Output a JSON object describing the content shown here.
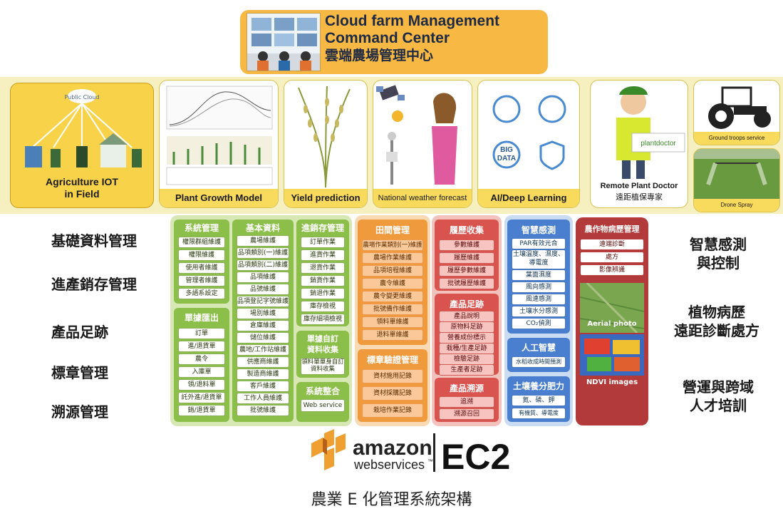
{
  "command_center": {
    "line1": "Cloud farm Management",
    "line2": "Command Center",
    "line3": "雲端農場管理中心"
  },
  "banner": {
    "iot": "Agriculture IOT\nin Field",
    "iot_cloud": "Public Cloud",
    "growth": "Plant Growth Model",
    "yield": "Yield prediction",
    "weather": "National weather forecast",
    "ai": "AI/Deep Learning",
    "ai_big": "BIG\nDATA",
    "doctor_logo": "plantdoctor",
    "doctor1": "Remote Plant Doctor",
    "doctor2": "遠距植保專家",
    "ground": "Ground troops service",
    "drone": "Drone Spray"
  },
  "left_labels": [
    "基礎資料管理",
    "進產銷存管理",
    "產品足跡",
    "標章管理",
    "溯源管理"
  ],
  "right_labels": [
    {
      "l1": "智慧感測",
      "l2": "與控制"
    },
    {
      "l1": "植物病歷",
      "l2": "遠距診斷處方"
    },
    {
      "l1": "營運與跨域",
      "l2": "人才培訓"
    }
  ],
  "green": {
    "sys": {
      "title": "系統管理",
      "items": [
        "權限群組維護",
        "權限維護",
        "使用者維護",
        "管理者維護",
        "多語系設定"
      ]
    },
    "bill": {
      "title": "單據匯出",
      "items": [
        "訂單",
        "進/退貨單",
        "農令",
        "入庫單",
        "領/退料單",
        "託外進/退貨單",
        "銷/退貨單"
      ]
    },
    "base": {
      "title": "基本資料",
      "items": [
        "農場維護",
        "品項類別(一)維護",
        "品項類別(二)維護",
        "品項維護",
        "品號維護",
        "品項登記字號維護",
        "場別維護",
        "倉庫維護",
        "儲位維護",
        "農地/工作站維護",
        "供應商維護",
        "製造商維護",
        "客戶維護",
        "工作人員維護",
        "批號維護"
      ]
    },
    "stock": {
      "title": "進銷存管理",
      "items": [
        "訂單作業",
        "進貨作業",
        "退貨作業",
        "銷貨作業",
        "銷退作業",
        "庫存檢視",
        "庫存細項檢視"
      ]
    },
    "custom": {
      "title": "單據自訂\n資料收集",
      "items": [
        "領料單單身自訂資料收集"
      ]
    },
    "integ": {
      "title": "系統整合",
      "items": [
        "Web service"
      ]
    }
  },
  "orange": {
    "field": {
      "title": "田間管理",
      "items": [
        "農場作業類別(一)維護",
        "農場作業維護",
        "品項培程維護",
        "農令維護",
        "農令變更維護",
        "批號備作維護",
        "領料單維護",
        "退料單維護"
      ]
    },
    "label": {
      "title": "標章驗證管理",
      "items": [
        "資材施用記錄",
        "資材採購記錄",
        "栽培作業記錄"
      ]
    }
  },
  "red": {
    "resume": {
      "title": "履歷收集",
      "items": [
        "參數維護",
        "履歷維護",
        "履歷參數維護",
        "批號履歷維護"
      ]
    },
    "trace": {
      "title": "產品足跡",
      "items": [
        "產品說明",
        "原物料足跡",
        "營養成份標示",
        "栽種/生產足跡",
        "檢驗足跡",
        "生產者足跡"
      ]
    },
    "origin": {
      "title": "產品溯源",
      "items": [
        "追溯",
        "溯源召回"
      ]
    }
  },
  "blue": {
    "sense": {
      "title": "智慧感測",
      "items": [
        "PAR有效光合",
        "土壤溫度、濕度、導電度",
        "葉面濕度",
        "風向感測",
        "風速感測",
        "土壤水分感測",
        "CO₂偵測"
      ]
    },
    "ai": {
      "title": "人工智慧",
      "items": [
        "水稻收成時間預測"
      ]
    },
    "soil": {
      "title": "土壤養分肥力",
      "items": [
        "氮、磷、鉀",
        "有機質、導電度"
      ]
    }
  },
  "disease": {
    "title": "農作物病歷管理",
    "items": [
      "遠端診斷",
      "處方",
      "影像辨識"
    ],
    "aerial": "Aerial photo",
    "ndvi": "NDVI images"
  },
  "aws": {
    "amazon": "amazon",
    "webservices": "webservices",
    "tm": "™",
    "ec2": "EC2"
  },
  "footer": "農業 E 化管理系統架構",
  "colors": {
    "orange_box": "#f7b943",
    "green": "#8cbf4a",
    "orange": "#f09a3e",
    "red": "#d9534f",
    "blue": "#4a7fd0",
    "darkred": "#b33a3a"
  }
}
